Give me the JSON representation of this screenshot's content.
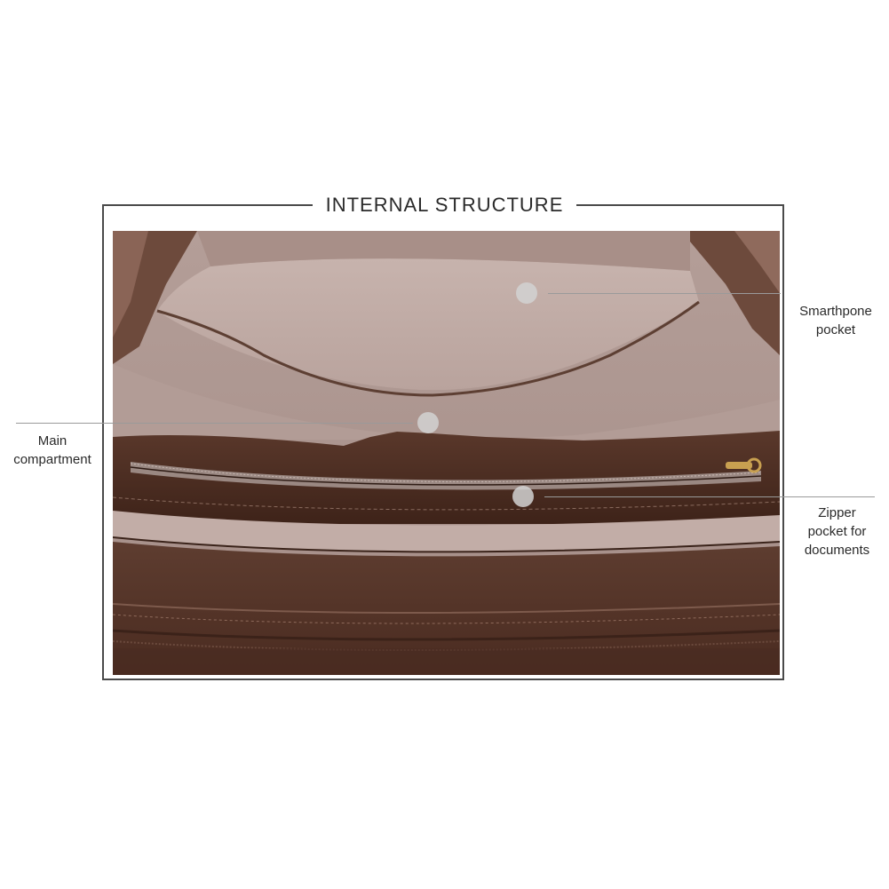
{
  "title": "INTERNAL STRUCTURE",
  "callouts": {
    "smartphone": "Smarthpone\npocket",
    "main": "Main\ncompartment",
    "zipper": "Zipper\npocket for\ndocuments"
  },
  "colors": {
    "leather_dark": "#4a2c22",
    "leather_mid": "#6b4435",
    "lining": "#b29c96",
    "lining_light": "#c6b3ad"
  }
}
